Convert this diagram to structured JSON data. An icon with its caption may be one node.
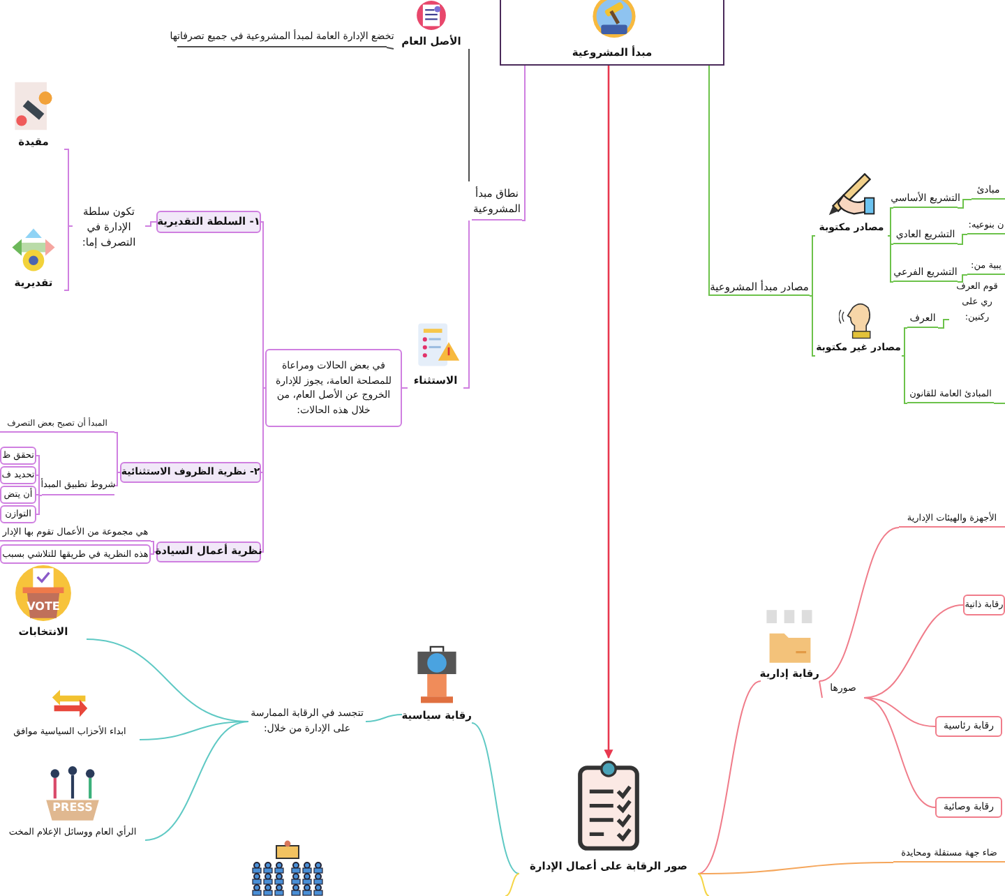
{
  "diagram": {
    "nodes": [
      {
        "text": [
          "مبدأ المشروعية"
        ]
      },
      {
        "text": [
          "نطاق مبدأ المشروعية"
        ]
      },
      {
        "text": [
          "الأصل العام"
        ]
      },
      {
        "text": [
          "تخضع الإدارة العامة لمبدأ المشروعية في جميع تصرفاتها"
        ]
      },
      {
        "text": [
          "الاستثناء"
        ]
      },
      {
        "text": [
          "في بعض الحالات ومراعاة للمصلحة العامة، يجوز للإدارة الخروج عن الأصل العام، من خلال هذه الحالات:"
        ]
      },
      {
        "text": [
          "١- السلطة التقديرية"
        ]
      },
      {
        "text": [
          "تكون سلطة الإدارة في التصرف إما:"
        ]
      },
      {
        "text": [
          "مقيدة"
        ]
      },
      {
        "text": [
          "تقديرية"
        ]
      },
      {
        "text": [
          "٢- نظرية الظروف الاستثنائية"
        ]
      },
      {
        "text": [
          "المبدأ أن تصبح بعض التصرف"
        ]
      },
      {
        "text": [
          "شروط تطبيق المبدأ"
        ]
      },
      {
        "text": [
          "تحقق ظ"
        ]
      },
      {
        "text": [
          "تحديد ف"
        ]
      },
      {
        "text": [
          "أن يتض"
        ]
      },
      {
        "text": [
          "التوازن"
        ]
      },
      {
        "text": [
          "نظرية أعمال السيادة"
        ]
      },
      {
        "text": [
          "هي مجموعة من الأعمال تقوم بها الإدار"
        ]
      },
      {
        "text": [
          "هذه النظرية في طريقها للتلاشي بسبب"
        ]
      },
      {
        "text": [
          "مصادر مبدأ المشروعية"
        ]
      },
      {
        "text": [
          "مصادر مكتوبة"
        ]
      },
      {
        "text": [
          "مصادر غير مكتوبة"
        ]
      },
      {
        "text": [
          "التشريع الأساسي"
        ]
      },
      {
        "text": [
          "التشريع العادي"
        ]
      },
      {
        "text": [
          "التشريع الفرعي"
        ]
      },
      {
        "text": [
          "العرف"
        ]
      },
      {
        "text": [
          "المبادئ العامة للقانون"
        ]
      },
      {
        "text": [
          "مبادئ"
        ]
      },
      {
        "text": [
          "ن بنوعيه:"
        ]
      },
      {
        "text": [
          "يبية من:"
        ]
      },
      {
        "text": [
          "قوم العرف ري على ركنين:"
        ]
      },
      {
        "text": [
          "صور الرقابة على أعمال الإدارة"
        ]
      },
      {
        "text": [
          "رقابة إدارية"
        ]
      },
      {
        "text": [
          "صورها"
        ]
      },
      {
        "text": [
          "الأجهزة والهيئات الإدارية"
        ]
      },
      {
        "text": [
          "رقابة ذاتية"
        ]
      },
      {
        "text": [
          "رقابة رئاسية"
        ]
      },
      {
        "text": [
          "رقابة وصائية"
        ]
      },
      {
        "text": [
          "ضاء جهة مستقلة ومحايدة"
        ]
      },
      {
        "text": [
          "رقابة سياسية"
        ]
      },
      {
        "text": [
          "تتجسد في الرقابة الممارسة على الإدارة من خلال:"
        ]
      },
      {
        "text": [
          "VOTE",
          "الانتخابات"
        ]
      },
      {
        "text": [
          "ابداء الأحزاب السياسية موافق"
        ]
      },
      {
        "text": [
          "PRESS",
          "الرأي العام ووسائل الإعلام المخت"
        ]
      }
    ],
    "edges": [
      {
        "from": 0,
        "to": 32,
        "arrow": "to",
        "color": "#e8384f"
      },
      {
        "from": 0,
        "to": 1,
        "arrow": "none"
      },
      {
        "from": 1,
        "to": 2,
        "arrow": "none",
        "color": "#4d4d4d"
      },
      {
        "from": 2,
        "to": 3,
        "arrow": "none",
        "color": "#4d4d4d"
      },
      {
        "from": 1,
        "to": 4,
        "arrow": "none"
      },
      {
        "from": 4,
        "to": 5,
        "arrow": "none"
      },
      {
        "from": 5,
        "to": 6,
        "arrow": "none"
      },
      {
        "from": 5,
        "to": 10,
        "arrow": "none"
      },
      {
        "from": 5,
        "to": 17,
        "arrow": "none"
      },
      {
        "from": 6,
        "to": 7,
        "arrow": "none"
      },
      {
        "from": 7,
        "to": 8,
        "arrow": "none"
      },
      {
        "from": 7,
        "to": 9,
        "arrow": "none"
      },
      {
        "from": 10,
        "to": 11,
        "arrow": "none"
      },
      {
        "from": 10,
        "to": 12,
        "arrow": "none"
      },
      {
        "from": 12,
        "to": 13,
        "arrow": "none"
      },
      {
        "from": 12,
        "to": 14,
        "arrow": "none"
      },
      {
        "from": 12,
        "to": 15,
        "arrow": "none"
      },
      {
        "from": 12,
        "to": 16,
        "arrow": "none"
      },
      {
        "from": 17,
        "to": 18,
        "arrow": "none"
      },
      {
        "from": 17,
        "to": 19,
        "arrow": "none"
      },
      {
        "from": 0,
        "to": 20,
        "arrow": "none",
        "color": "#6cc24a"
      },
      {
        "from": 20,
        "to": 21,
        "arrow": "none",
        "color": "#6cc24a"
      },
      {
        "from": 20,
        "to": 22,
        "arrow": "none",
        "color": "#6cc24a"
      },
      {
        "from": 21,
        "to": 23,
        "arrow": "none",
        "color": "#6cc24a"
      },
      {
        "from": 21,
        "to": 24,
        "arrow": "none",
        "color": "#6cc24a"
      },
      {
        "from": 21,
        "to": 25,
        "arrow": "none",
        "color": "#6cc24a"
      },
      {
        "from": 23,
        "to": 28,
        "arrow": "none",
        "color": "#6cc24a"
      },
      {
        "from": 24,
        "to": 29,
        "arrow": "none",
        "color": "#6cc24a"
      },
      {
        "from": 25,
        "to": 30,
        "arrow": "none",
        "color": "#6cc24a"
      },
      {
        "from": 22,
        "to": 26,
        "arrow": "none",
        "color": "#6cc24a"
      },
      {
        "from": 22,
        "to": 27,
        "arrow": "none",
        "color": "#6cc24a"
      },
      {
        "from": 26,
        "to": 31,
        "arrow": "none",
        "color": "#6cc24a"
      },
      {
        "from": 27,
        "to": null,
        "arrow": "none",
        "color": "#6cc24a"
      },
      {
        "from": 32,
        "to": 33,
        "arrow": "none",
        "color": "#f07c8a"
      },
      {
        "from": 33,
        "to": 34,
        "arrow": "none",
        "color": "#f07c8a"
      },
      {
        "from": 33,
        "to": 35,
        "arrow": "none",
        "color": "#f07c8a"
      },
      {
        "from": 34,
        "to": 36,
        "arrow": "none",
        "color": "#f07c8a"
      },
      {
        "from": 34,
        "to": 37,
        "arrow": "none",
        "color": "#f07c8a"
      },
      {
        "from": 34,
        "to": 38,
        "arrow": "none",
        "color": "#f07c8a"
      },
      {
        "from": 32,
        "to": 39,
        "arrow": "none",
        "color": "#f5a65b"
      },
      {
        "from": 32,
        "to": 40,
        "arrow": "none",
        "color": "#5fc9c4"
      },
      {
        "from": 40,
        "to": 41,
        "arrow": "none",
        "color": "#5fc9c4"
      },
      {
        "from": 41,
        "to": 42,
        "arrow": "none",
        "color": "#5fc9c4"
      },
      {
        "from": 41,
        "to": 43,
        "arrow": "none",
        "color": "#5fc9c4"
      },
      {
        "from": 41,
        "to": 44,
        "arrow": "none",
        "color": "#5fc9c4"
      },
      {
        "from": 32,
        "to": null,
        "arrow": "none",
        "color": "#f5d547"
      },
      {
        "from": 32,
        "to": null,
        "arrow": "none",
        "color": "#f5d547"
      }
    ]
  }
}
